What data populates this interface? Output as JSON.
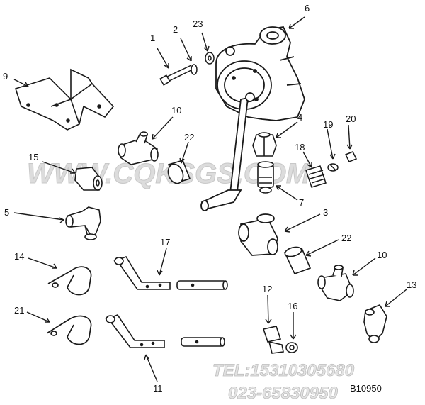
{
  "callouts": [
    "1",
    "2",
    "23",
    "6",
    "9",
    "10",
    "4",
    "22",
    "19",
    "20",
    "15",
    "18",
    "7",
    "5",
    "3",
    "22",
    "14",
    "17",
    "10",
    "12",
    "16",
    "13",
    "21",
    "11"
  ],
  "watermark": {
    "site": "WWW.CQKSGS.COM",
    "tel": "TEL:15310305680",
    "phone": "023-65830950",
    "code": "B10950"
  },
  "colors": {
    "line": "#1a1a1a",
    "watermark": "#d9d9d9"
  }
}
